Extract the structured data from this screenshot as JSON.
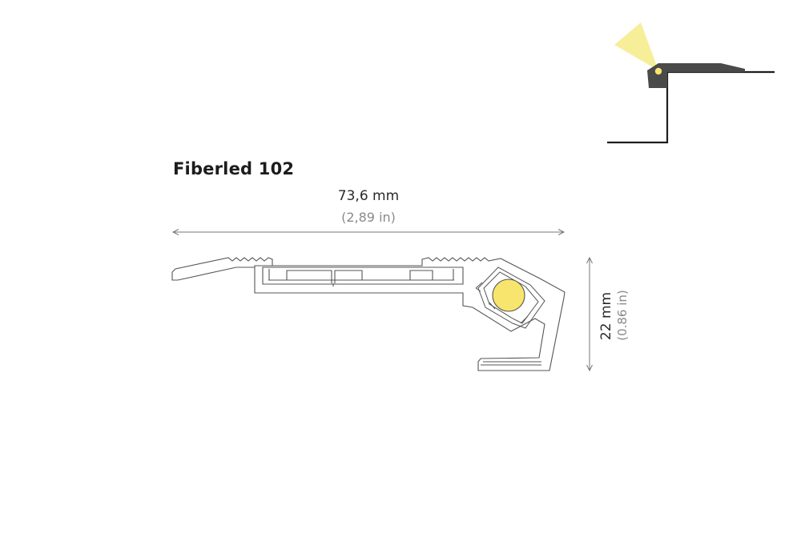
{
  "product": {
    "name": "Fiberled 102"
  },
  "dimensions": {
    "width_mm": "73,6 mm",
    "width_in": "(2,89 in)",
    "height_mm": "22 mm",
    "height_in": "(0.86 in)"
  },
  "colors": {
    "outline": "#555555",
    "dimension_line": "#777777",
    "led_fill": "#f7e56e",
    "light_beam": "#f7ee9a",
    "mini_profile": "#4a4a4a",
    "mini_step": "#1e1e1e"
  }
}
